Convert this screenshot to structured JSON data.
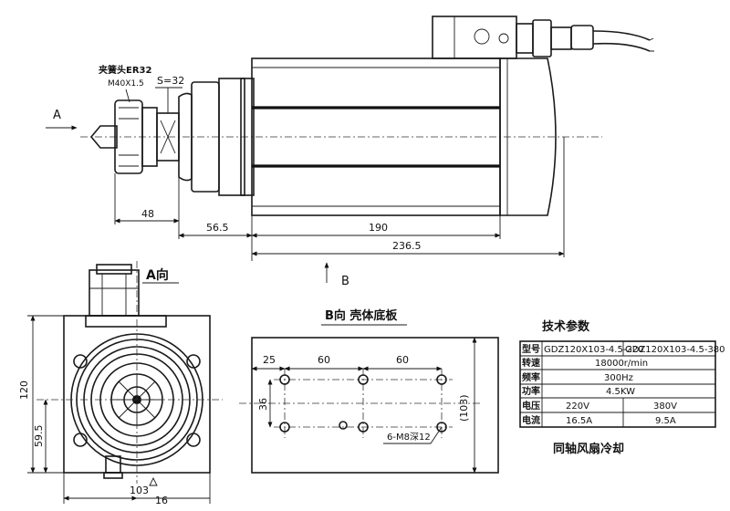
{
  "side_view": {
    "collet_label": "夹簧头ER32",
    "thread_label": "M40X1.5",
    "wrench_label": "S=32",
    "arrow_a": "A",
    "arrow_b": "B",
    "dims": {
      "d48": "48",
      "d56_5": "56.5",
      "d190": "190",
      "d236_5": "236.5"
    }
  },
  "front_view": {
    "title": "A向",
    "dims": {
      "h120": "120",
      "h59_5": "59.5",
      "w103": "103",
      "w16": "16"
    }
  },
  "base_view": {
    "title": "B向 壳体底板",
    "dims": {
      "d25": "25",
      "d60a": "60",
      "d60b": "60",
      "d36": "36",
      "d103": "(103)"
    },
    "hole_note": "6-M8深12"
  },
  "specs": {
    "title": "技术参数",
    "rows": [
      {
        "label": "型号",
        "col1": "GDZ120X103-4.5-220",
        "col2": "GDZ120X103-4.5-380"
      },
      {
        "label": "转速",
        "value": "18000r/min"
      },
      {
        "label": "频率",
        "value": "300Hz"
      },
      {
        "label": "功率",
        "value": "4.5KW"
      },
      {
        "label": "电压",
        "col1": "220V",
        "col2": "380V"
      },
      {
        "label": "电流",
        "col1": "16.5A",
        "col2": "9.5A"
      }
    ],
    "cooling": "同轴风扇冷却"
  }
}
